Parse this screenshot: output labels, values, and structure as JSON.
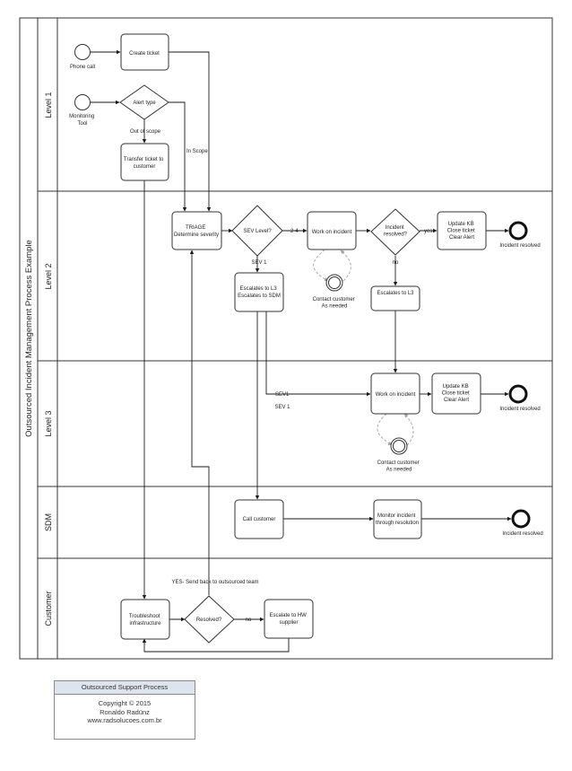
{
  "pool": {
    "title": "Outsourced Incident Management Process Example"
  },
  "lanes": {
    "level1": "Level 1",
    "level2": "Level 2",
    "level3": "Level 3",
    "sdm": "SDM",
    "customer": "Customer"
  },
  "events": {
    "phone_call": "Phone call",
    "monitoring_tool": [
      "Monitoring",
      "Tool"
    ],
    "incident_resolved_l2": "Incident resolved",
    "incident_resolved_l3": "Incident resolved",
    "incident_resolved_sdm": "Incident resolved",
    "contact_customer_l2": [
      "Contact customer",
      "As needed"
    ],
    "contact_customer_l3": [
      "Contact customer",
      "As needed"
    ]
  },
  "tasks": {
    "create_ticket": [
      "Create ticket"
    ],
    "transfer_ticket": [
      "Transfer ticket to",
      "customer"
    ],
    "triage": [
      "TRIAGE",
      "Determine severity"
    ],
    "work_incident_l2": [
      "Work on incident"
    ],
    "update_kb_l2": [
      "Update KB",
      "Close ticket",
      "Clear Alert"
    ],
    "escalate_l3_sdm": [
      "Escalates to L3",
      "Escalates to SDM"
    ],
    "escalates_l3": [
      "Escalates to L3"
    ],
    "work_incident_l3": [
      "Work on incident"
    ],
    "update_kb_l3": [
      "Update KB",
      "Close ticket",
      "Clear Alert"
    ],
    "call_customer": [
      "Call customer"
    ],
    "monitor_incident": [
      "Monitor incident",
      "through resolution"
    ],
    "troubleshoot": [
      "Troubleshoot",
      "infrastructure"
    ],
    "escalate_hw": [
      "Escalate to HW",
      "supplier"
    ]
  },
  "gateways": {
    "alert_type": "Alert type",
    "sev_level": "SEV Level?",
    "incident_resolved_q": [
      "Incident",
      "resolved?"
    ],
    "resolved_q": "Resolved?"
  },
  "flow_labels": {
    "out_of_scope": "Out of scope",
    "in_scope": "In Scope",
    "two_four": "2-4",
    "sev1_a": "SEV 1",
    "sev1_b": "SEV1",
    "sev1_c": "SEV 1",
    "yes_l2": "yes",
    "no_l2": "no",
    "yes_send_back": "YES- Send back to outsourced team",
    "no_customer": "no"
  },
  "legend": {
    "header": "Outsourced Support Process",
    "line1": "Copyright © 2015",
    "line2": "Ronaldo Radünz",
    "line3": "www.radsolucoes.com.br"
  },
  "colors": {
    "line": "#1a1a1a",
    "lane_border": "#333333",
    "task_stroke": "#333333",
    "dashed_gray": "#a0a0a0",
    "legend_header_bg": "#dde4ee"
  }
}
